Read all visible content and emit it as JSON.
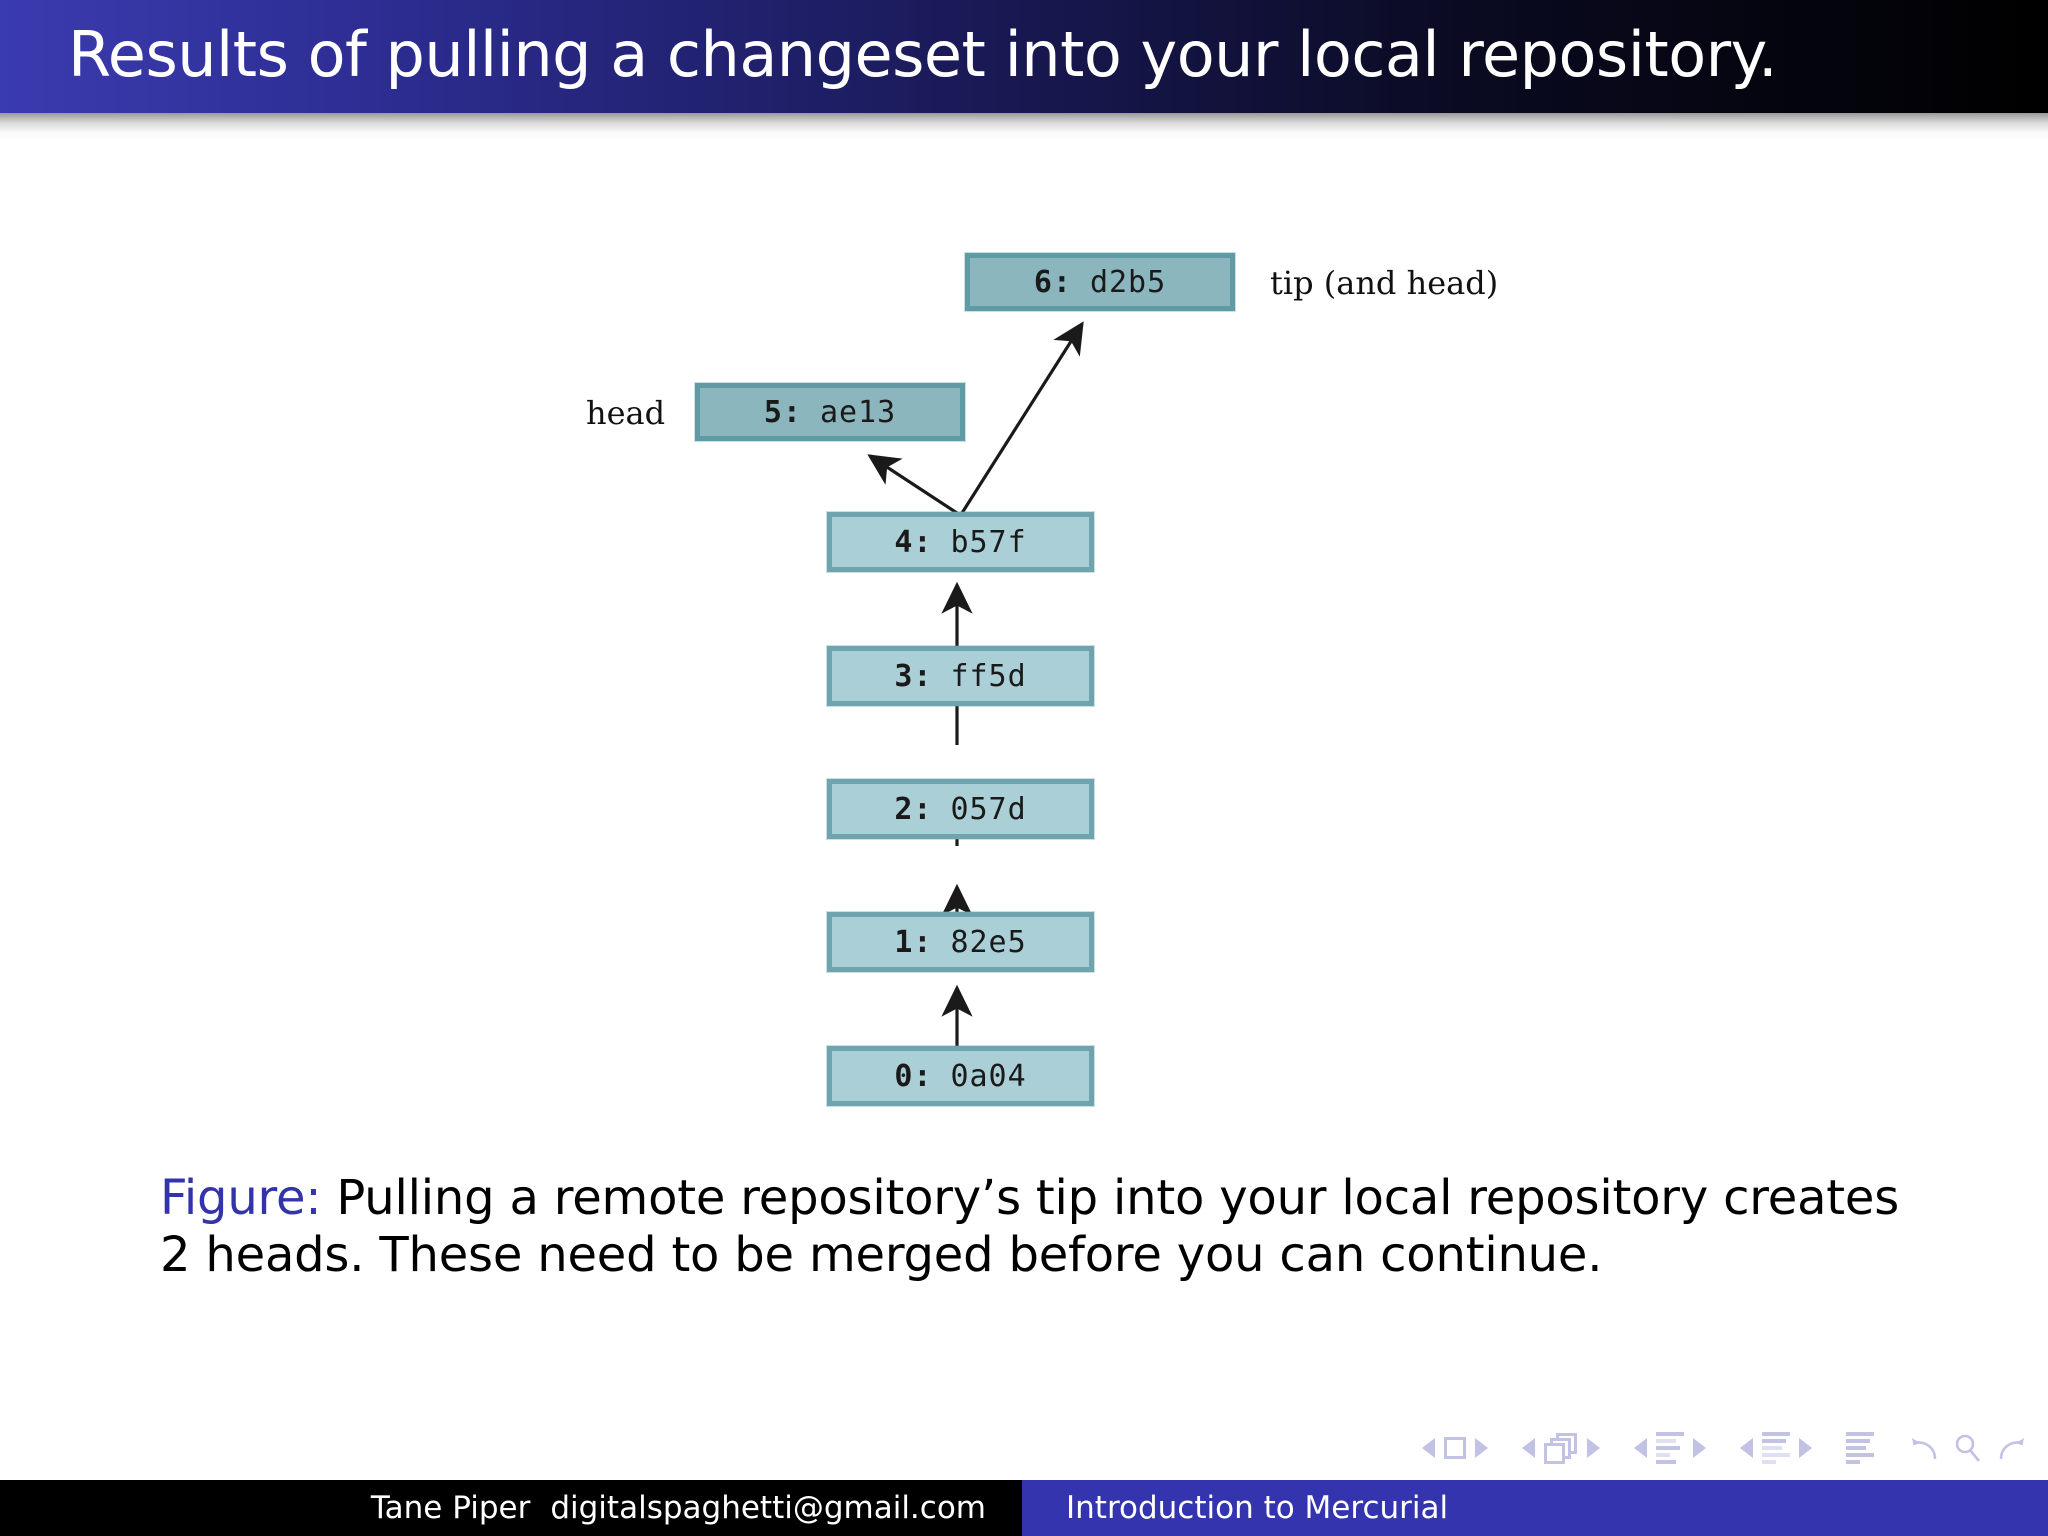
{
  "slide": {
    "title": "Results of pulling a changeset into your local repository."
  },
  "diagram": {
    "type": "dag",
    "nodes": [
      {
        "id": "n6",
        "rev": "6:",
        "hash": "d2b5",
        "label": "6:  d2b5",
        "shade": "dark"
      },
      {
        "id": "n5",
        "rev": "5:",
        "hash": "ae13",
        "label": "5:  ae13",
        "shade": "dark"
      },
      {
        "id": "n4",
        "rev": "4:",
        "hash": "b57f",
        "label": "4:  b57f",
        "shade": "light"
      },
      {
        "id": "n3",
        "rev": "3:",
        "hash": "ff5d",
        "label": "3:  ff5d",
        "shade": "light"
      },
      {
        "id": "n2",
        "rev": "2:",
        "hash": "057d",
        "label": "2:  057d",
        "shade": "light"
      },
      {
        "id": "n1",
        "rev": "1:",
        "hash": "82e5",
        "label": "1:  82e5",
        "shade": "light"
      },
      {
        "id": "n0",
        "rev": "0:",
        "hash": "0a04",
        "label": "0:  0a04",
        "shade": "light"
      }
    ],
    "annotations": {
      "head_label": "head",
      "tip_label": "tip (and head)"
    },
    "edges": [
      {
        "from": "n0",
        "to": "n1"
      },
      {
        "from": "n1",
        "to": "n2"
      },
      {
        "from": "n2",
        "to": "n3"
      },
      {
        "from": "n3",
        "to": "n4"
      },
      {
        "from": "n4",
        "to": "n5"
      },
      {
        "from": "n4",
        "to": "n6"
      }
    ],
    "colors": {
      "node_fill_light": "#abcfd6",
      "node_fill_dark": "#8bb6be",
      "node_border": "#6ea4ae",
      "edge": "#1a1a1a"
    }
  },
  "caption": {
    "label": "Figure:",
    "text": "Pulling a remote repository’s tip into your local repository creates 2 heads.  These need to be merged before you can continue."
  },
  "navigation": {
    "icons": [
      "previous-slide-icon",
      "slide-icon",
      "next-slide-icon",
      "previous-frame-icon",
      "frame-icon",
      "next-frame-icon",
      "previous-subsection-icon",
      "subsection-icon",
      "next-subsection-icon",
      "previous-section-icon",
      "section-icon",
      "next-section-icon",
      "presentation-icon",
      "back-icon",
      "search-icon",
      "forward-icon"
    ],
    "color": "#c2c2e4"
  },
  "footer": {
    "author": "Tane Piper",
    "email": "digitalspaghetti@gmail.com",
    "presentation": "Introduction to Mercurial",
    "colors": {
      "left_bg": "#000000",
      "right_bg": "#3434ae",
      "text": "#ffffff"
    }
  },
  "theme": {
    "header_gradient_from": "#3b3bb0",
    "header_gradient_to": "#000000",
    "title_color": "#ffffff",
    "figure_label_color": "#3333aa",
    "page_bg": "#ffffff"
  }
}
